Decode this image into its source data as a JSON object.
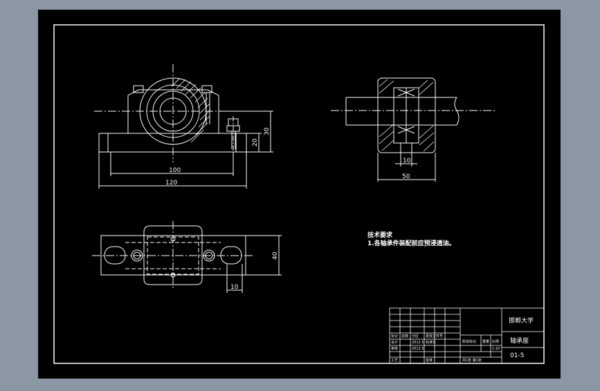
{
  "colors": {
    "background": "#8c97a6",
    "sheet": "#000000",
    "line": "#ffffff"
  },
  "dimensions": {
    "front_width_inner": "100",
    "front_width_outer": "120",
    "front_height_total": "30",
    "front_height_base": "20",
    "side_width": "50",
    "side_gap": "10",
    "top_width_height": "40",
    "top_offset": "10"
  },
  "notes": {
    "heading": "技术要求",
    "line1": "1.各轴承件装配前应预浸透油。"
  },
  "title_block": {
    "school": "邯郸大学",
    "part_name": "轴承座",
    "drawing_no": "01-5",
    "scale": "1:10",
    "sheet_info": "共1张 第1张",
    "rows": [
      {
        "role": "标记",
        "n1": "处数",
        "n2": "分区",
        "date": "更改文件号"
      },
      {
        "role": "设计",
        "n1": "",
        "n2": "2012.5",
        "date": "标准化"
      },
      {
        "role": "审核",
        "n1": "",
        "n2": "2012.5",
        "date": ""
      },
      {
        "role": "工艺",
        "n1": "",
        "n2": "",
        "date": "批准"
      }
    ],
    "labels": {
      "stage": "阶段标记",
      "weight": "重量",
      "ratio": "比例"
    }
  }
}
